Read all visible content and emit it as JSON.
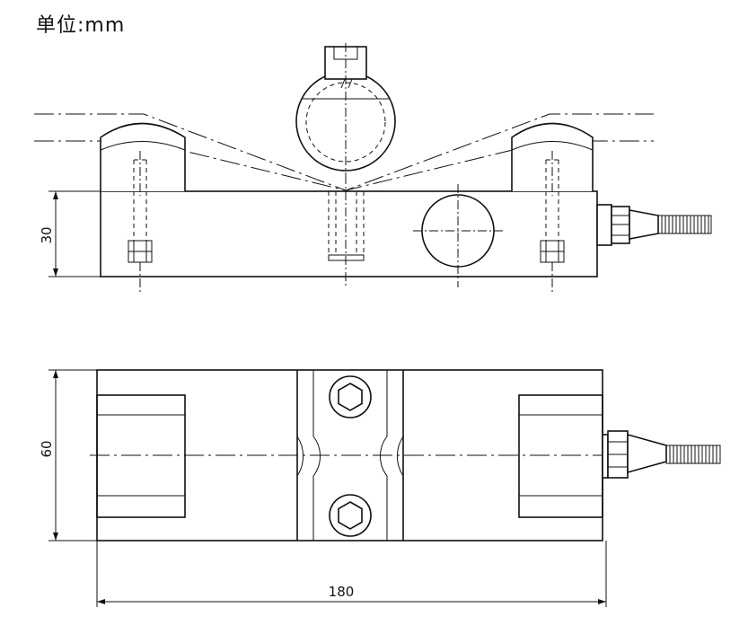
{
  "unit_label": "单位:mm",
  "dimensions": {
    "height_side_view": "30",
    "width_top_view": "60",
    "length_top_view": "180"
  }
}
